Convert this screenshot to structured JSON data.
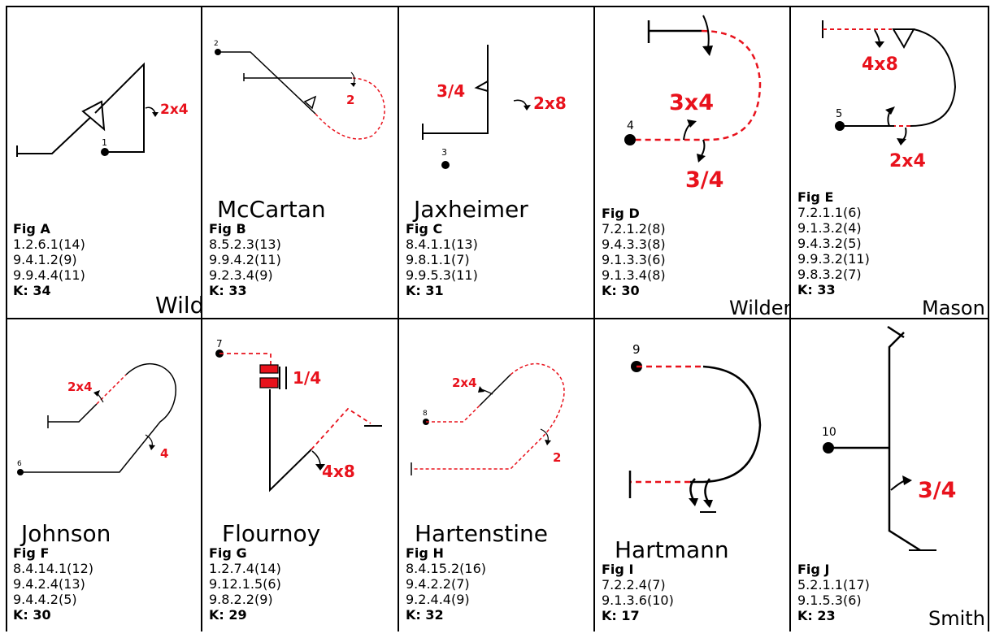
{
  "colors": {
    "line": "#000000",
    "accent": "#e8121c"
  },
  "cells": [
    {
      "fig": "Fig A",
      "codes": [
        "1.2.6.1(14)",
        "9.4.1.2(9)",
        "9.9.4.4(11)"
      ],
      "k": "K: 34",
      "name": "Wild",
      "marks": {
        "node": "1",
        "label1": "2x4"
      }
    },
    {
      "fig": "Fig B",
      "codes": [
        "8.5.2.3(13)",
        "9.9.4.2(11)",
        "9.2.3.4(9)"
      ],
      "k": "K: 33",
      "name": "McCartan",
      "marks": {
        "node": "2",
        "label1": "2"
      }
    },
    {
      "fig": "Fig C",
      "codes": [
        "8.4.1.1(13)",
        "9.8.1.1(7)",
        "9.9.5.3(11)"
      ],
      "k": "K: 31",
      "name": "Jaxheimer",
      "marks": {
        "node": "3",
        "label1": "3/4",
        "label2": "2x8"
      }
    },
    {
      "fig": "Fig D",
      "codes": [
        "7.2.1.2(8)",
        "9.4.3.3(8)",
        "9.1.3.3(6)",
        "9.1.3.4(8)"
      ],
      "k": "K: 30",
      "name": "Wilder",
      "marks": {
        "node": "4",
        "label1": "3x4",
        "label2": "3/4"
      }
    },
    {
      "fig": "Fig E",
      "codes": [
        "7.2.1.1(6)",
        "9.1.3.2(4)",
        "9.4.3.2(5)",
        "9.9.3.2(11)",
        "9.8.3.2(7)"
      ],
      "k": "K: 33",
      "name": "Mason",
      "marks": {
        "node": "5",
        "label1": "4x8",
        "label2": "2x4"
      }
    },
    {
      "fig": "Fig F",
      "codes": [
        "8.4.14.1(12)",
        "9.4.2.4(13)",
        "9.4.4.2(5)"
      ],
      "k": "K: 30",
      "name": "Johnson",
      "marks": {
        "node": "6",
        "label1": "2x4",
        "label2": "4"
      }
    },
    {
      "fig": "Fig G",
      "codes": [
        "1.2.7.4(14)",
        "9.12.1.5(6)",
        "9.8.2.2(9)"
      ],
      "k": "K: 29",
      "name": "Flournoy",
      "marks": {
        "node": "7",
        "label1": "1/4",
        "label2": "4x8"
      }
    },
    {
      "fig": "Fig H",
      "codes": [
        "8.4.15.2(16)",
        "9.4.2.2(7)",
        "9.2.4.4(9)"
      ],
      "k": "K: 32",
      "name": "Hartenstine",
      "marks": {
        "node": "8",
        "label1": "2x4",
        "label2": "2"
      }
    },
    {
      "fig": "Fig I",
      "codes": [
        "7.2.2.4(7)",
        "9.1.3.6(10)"
      ],
      "k": "K: 17",
      "name": "Hartmann",
      "marks": {
        "node": "9"
      }
    },
    {
      "fig": "Fig J",
      "codes": [
        "5.2.1.1(17)",
        "9.1.5.3(6)"
      ],
      "k": "K: 23",
      "name": "Smith",
      "marks": {
        "node": "10",
        "label1": "3/4"
      }
    }
  ]
}
